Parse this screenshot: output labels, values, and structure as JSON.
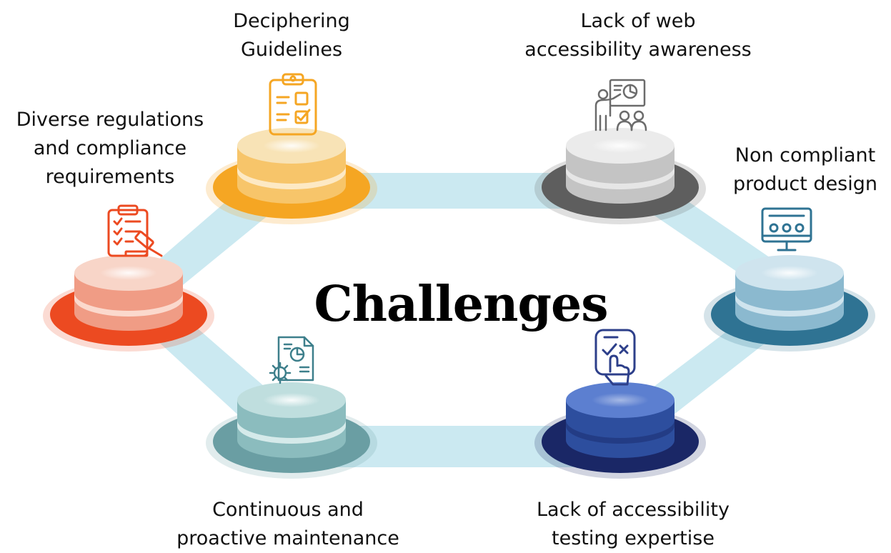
{
  "diagram": {
    "title": "Challenges",
    "ring_color": "#cbe9f1",
    "nodes": [
      {
        "id": "deciphering-guidelines",
        "lines": [
          "Deciphering",
          "Guidelines"
        ],
        "icon": "clipboard-checklist-icon",
        "colors": {
          "top": "#f8e3b6",
          "body": "#f7c56a",
          "base": "#f5a623"
        }
      },
      {
        "id": "lack-of-web-accessibility-awareness",
        "lines": [
          "Lack of web",
          "accessibility awareness"
        ],
        "icon": "presentation-audience-icon",
        "colors": {
          "top": "#ebebeb",
          "body": "#c4c4c4",
          "base": "#5e5e5e"
        }
      },
      {
        "id": "non-compliant-product-design",
        "lines": [
          "Non compliant",
          "product design"
        ],
        "icon": "monitor-design-icon",
        "colors": {
          "top": "#cfe4ee",
          "body": "#8bb9cf",
          "base": "#2f7393"
        }
      },
      {
        "id": "lack-of-accessibility-testing-expertise",
        "lines": [
          "Lack of accessibility",
          "testing expertise"
        ],
        "icon": "touch-checklist-icon",
        "colors": {
          "top": "#5c7fd0",
          "body": "#2d4e9e",
          "base": "#1a2766"
        }
      },
      {
        "id": "continuous-and-proactive-maintenance",
        "lines": [
          "Continuous and",
          "proactive maintenance"
        ],
        "icon": "document-gear-icon",
        "colors": {
          "top": "#bfdede",
          "body": "#8bbcbe",
          "base": "#6a9ea3"
        }
      },
      {
        "id": "diverse-regulations-and-compliance-requirements",
        "lines": [
          "Diverse regulations",
          "and compliance",
          "requirements"
        ],
        "icon": "clipboard-gavel-icon",
        "colors": {
          "top": "#f8d5c8",
          "body": "#f09c85",
          "base": "#ec4a21"
        }
      }
    ]
  }
}
